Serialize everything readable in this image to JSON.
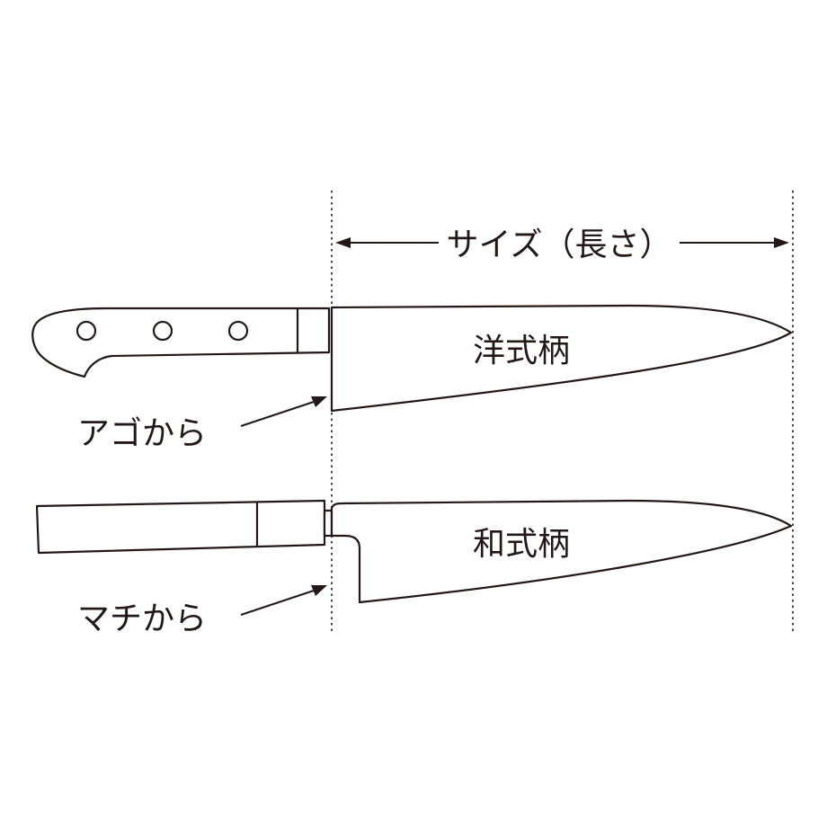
{
  "size_label": "サイズ（長さ）",
  "western_knife": {
    "name": "洋式柄",
    "measure_from": "アゴから"
  },
  "japanese_knife": {
    "name": "和式柄",
    "measure_from": "マチから"
  },
  "colors": {
    "line": "#231815",
    "background": "#ffffff"
  }
}
